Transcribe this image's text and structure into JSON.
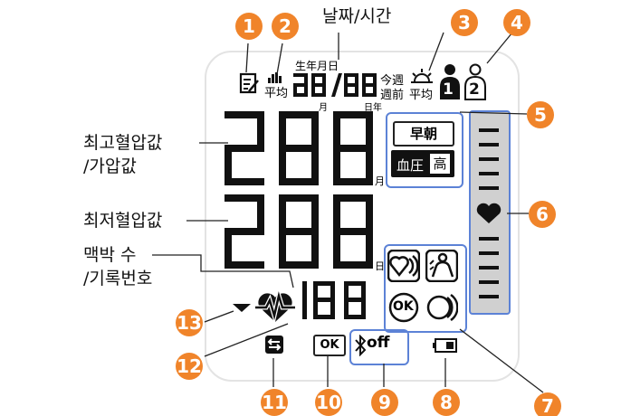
{
  "labels": {
    "datetime": "날짜/시간",
    "sys_line1": "최고혈압값",
    "sys_line2": "/가압값",
    "dia": "최저혈압값",
    "pulse_line1": "맥박 수",
    "pulse_line2": "/기록번호"
  },
  "callouts": [
    "1",
    "2",
    "3",
    "4",
    "5",
    "6",
    "7",
    "8",
    "9",
    "10",
    "11",
    "12",
    "13"
  ],
  "lcd": {
    "memo_kanji": "生年月日",
    "avg": "平均",
    "this_week": "今週",
    "last_week": "週前",
    "avg_right": "平均",
    "month_small": "月",
    "day_year_small": "日年",
    "user1": "1",
    "user2": "2",
    "morning_kanji": "早朝",
    "high_bp_1": "血圧",
    "high_bp_2": "高",
    "month_side": "月",
    "day_side": "日",
    "ok_button": "OK",
    "ok_round": "OK",
    "off_text": "off",
    "sys_digits": "288",
    "dia_digits": "288",
    "pulse_digits": "188",
    "time_digits": "88:88"
  },
  "colors": {
    "accent": "#f0842a",
    "lcd_border": "#e3e3e3",
    "box_border": "#5c82d6",
    "bar_bg": "#d0d0d0",
    "segment": "#111111"
  }
}
